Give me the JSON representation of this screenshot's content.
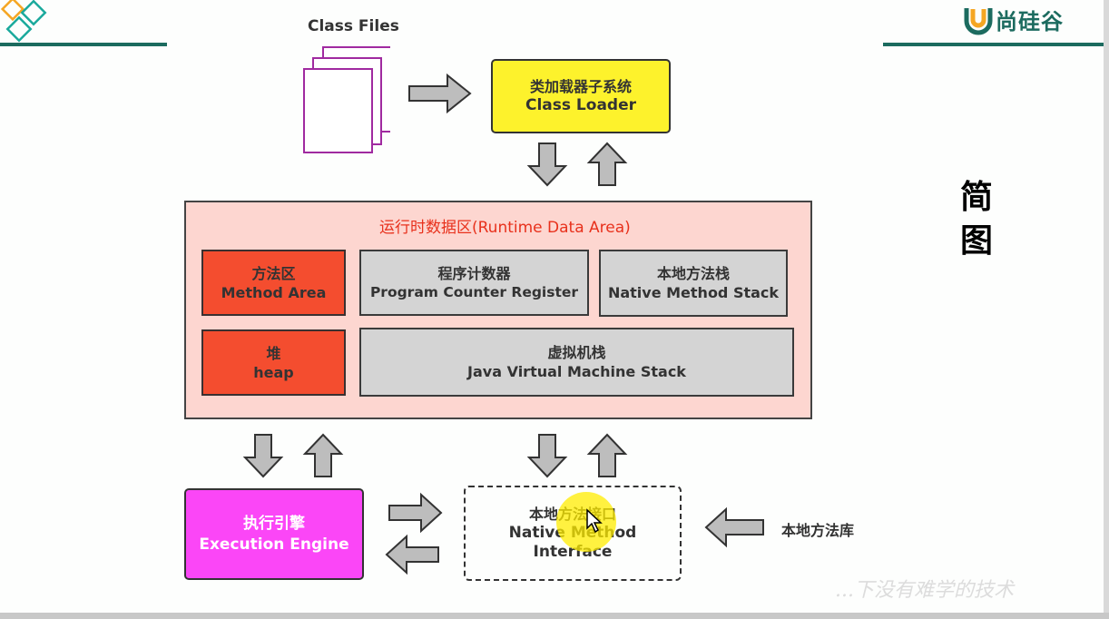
{
  "header": {
    "logo_text": "尚硅谷",
    "logo_mark": "U",
    "colors": {
      "brand_green": "#1c6b5f",
      "logo_orange": "#f5a623",
      "logo_teal": "#1aa99c"
    }
  },
  "side_title": [
    "简",
    "图"
  ],
  "diagram": {
    "class_files_label": "Class Files",
    "class_loader": {
      "cn": "类加载器子系统",
      "en": "Class Loader",
      "color": "#fdf22c"
    },
    "runtime_data_area": {
      "title": "运行时数据区(Runtime Data Area)",
      "background": "#fdd6d0",
      "title_color": "#e8311c",
      "method_area": {
        "cn": "方法区",
        "en": "Method Area"
      },
      "program_counter": {
        "cn": "程序计数器",
        "en": "Program Counter Register"
      },
      "native_method_stack": {
        "cn": "本地方法栈",
        "en": "Native Method Stack"
      },
      "heap": {
        "cn": "堆",
        "en": "heap"
      },
      "jvm_stack": {
        "cn": "虚拟机栈",
        "en": "Java Virtual Machine Stack"
      }
    },
    "execution_engine": {
      "cn": "执行引擎",
      "en": "Execution Engine",
      "color": "#fb46f7"
    },
    "native_interface": {
      "cn": "本地方法接口",
      "en_line1": "Native Method",
      "en_line2": "Interface"
    },
    "native_library": "本地方法库"
  },
  "watermark": "...下没有难学的技术"
}
